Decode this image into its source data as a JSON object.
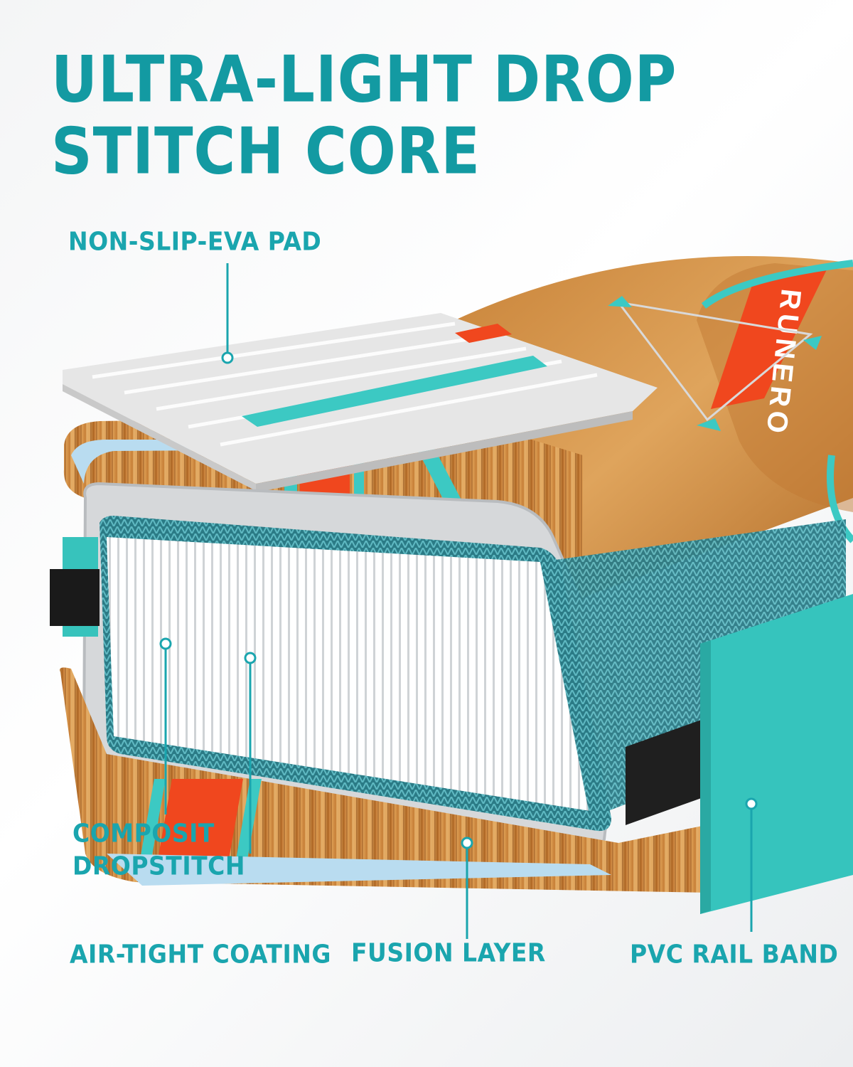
{
  "title": {
    "line1": "ULTRA-LIGHT DROP",
    "line2": "STITCH CORE"
  },
  "board_logo_text": "RUNERO",
  "callouts": {
    "pad": "NON-SLIP-EVA PAD",
    "dropstitch_line1": "COMPOSIT",
    "dropstitch_line2": "DROPSTITCH",
    "coating": "AIR-TIGHT COATING",
    "fusion": "FUSION LAYER",
    "rail": "PVC RAIL BAND"
  },
  "colors": {
    "accent": "#1aa5ae",
    "teal": "#3cc9c3",
    "orange": "#f0471e",
    "wood_light": "#d99b4e",
    "wood_dark": "#9a5a24",
    "eva": "#e4e4e4",
    "mesh": "#2a7f8a"
  }
}
